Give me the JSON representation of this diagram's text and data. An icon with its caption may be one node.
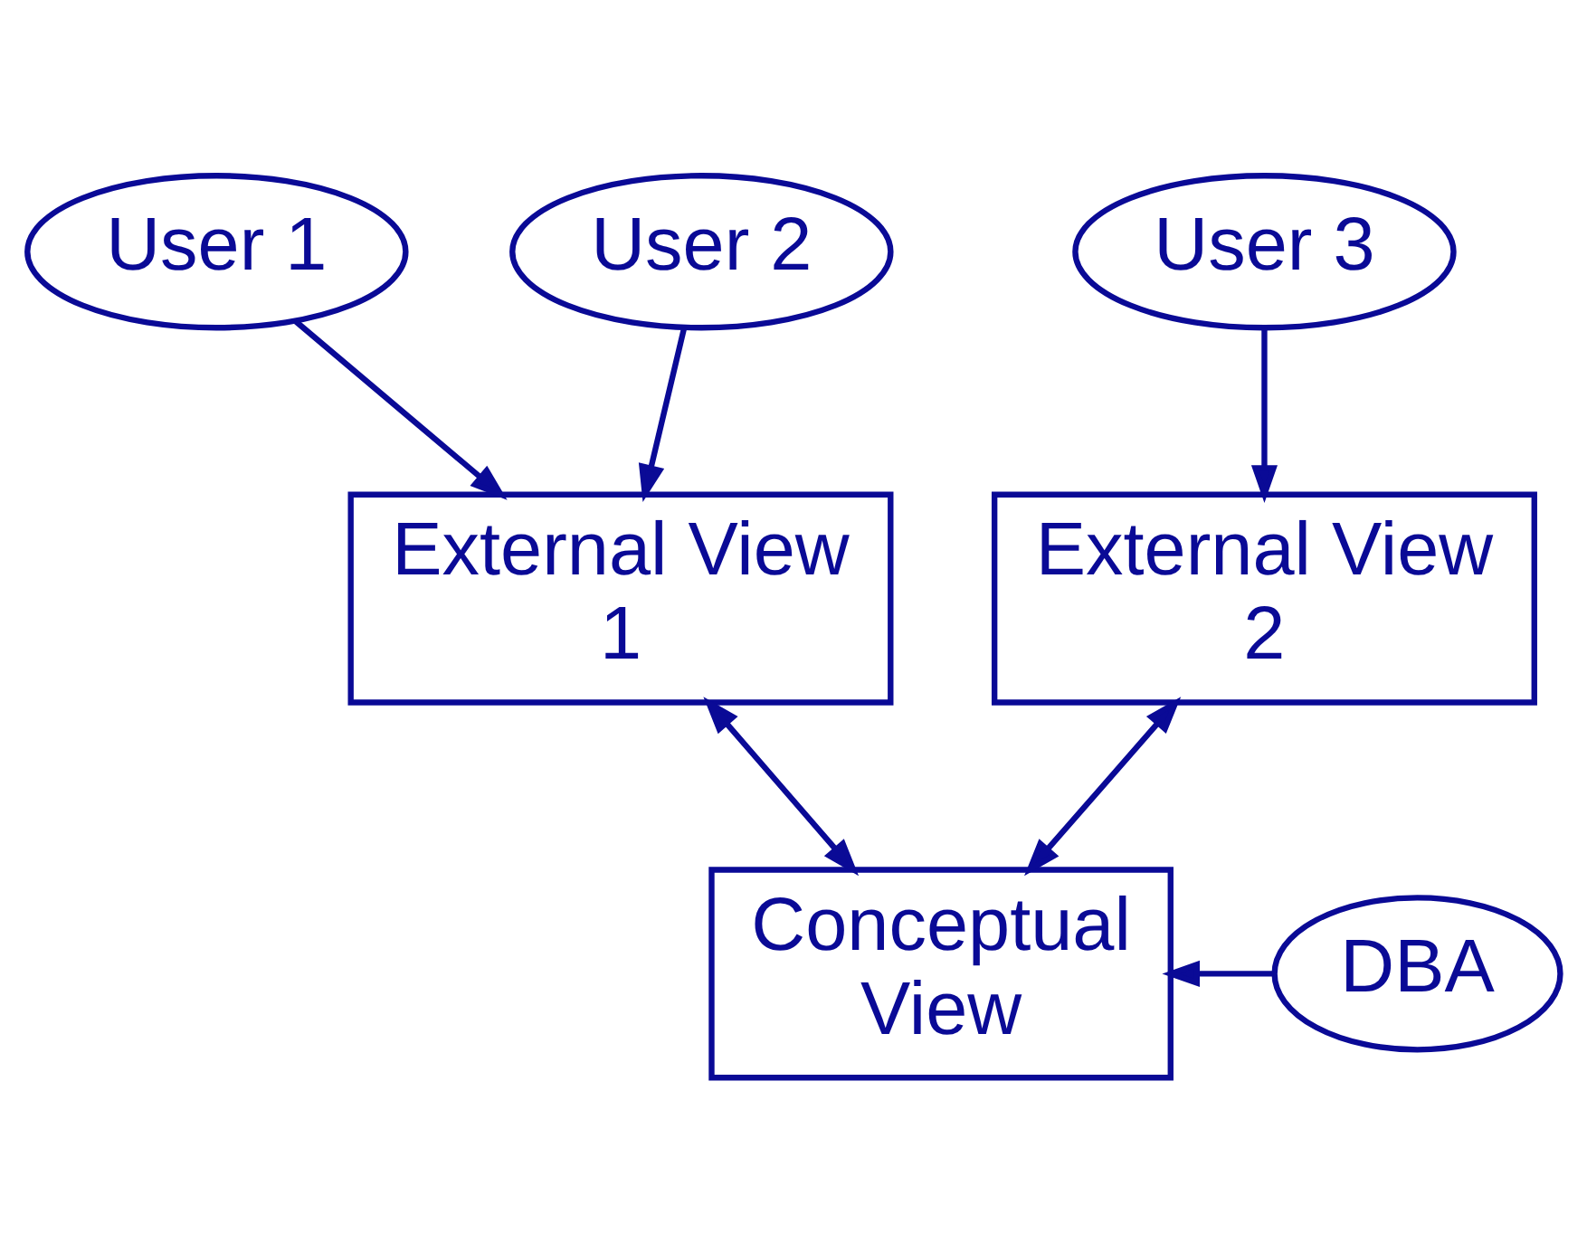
{
  "diagram": {
    "nodes": [
      {
        "text": [
          "User 1"
        ]
      },
      {
        "text": [
          "User 2"
        ]
      },
      {
        "text": [
          "User 3"
        ]
      },
      {
        "text": [
          "External View 1"
        ]
      },
      {
        "text": [
          "External View 2"
        ]
      },
      {
        "text": [
          "Conceptual View"
        ]
      },
      {
        "text": [
          "DBA"
        ]
      }
    ],
    "edges": [
      {
        "from": 0,
        "to": 3,
        "arrow": "to"
      },
      {
        "from": 1,
        "to": 3,
        "arrow": "to"
      },
      {
        "from": 2,
        "to": 4,
        "arrow": "to"
      },
      {
        "from": 3,
        "to": 5,
        "arrow": "both"
      },
      {
        "from": 4,
        "to": 5,
        "arrow": "both"
      },
      {
        "from": 6,
        "to": 5,
        "arrow": "to"
      }
    ]
  }
}
